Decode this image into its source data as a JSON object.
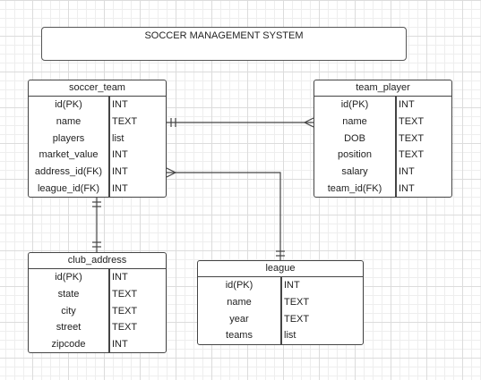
{
  "title": "SOCCER MANAGEMENT SYSTEM",
  "tables": {
    "soccer_team": {
      "name": "soccer_team",
      "rows": [
        {
          "key": "id(PK)",
          "type": "INT"
        },
        {
          "key": "name",
          "type": "TEXT"
        },
        {
          "key": "players",
          "type": "list"
        },
        {
          "key": "market_value",
          "type": "INT"
        },
        {
          "key": "address_id(FK)",
          "type": "INT"
        },
        {
          "key": "league_id(FK)",
          "type": "INT"
        }
      ]
    },
    "team_player": {
      "name": "team_player",
      "rows": [
        {
          "key": "id(PK)",
          "type": "INT"
        },
        {
          "key": "name",
          "type": "TEXT"
        },
        {
          "key": "DOB",
          "type": "TEXT"
        },
        {
          "key": "position",
          "type": "TEXT"
        },
        {
          "key": "salary",
          "type": "INT"
        },
        {
          "key": "team_id(FK)",
          "type": "INT"
        }
      ]
    },
    "club_address": {
      "name": "club_address",
      "rows": [
        {
          "key": "id(PK)",
          "type": "INT"
        },
        {
          "key": "state",
          "type": "TEXT"
        },
        {
          "key": "city",
          "type": "TEXT"
        },
        {
          "key": "street",
          "type": "TEXT"
        },
        {
          "key": "zipcode",
          "type": "INT"
        }
      ]
    },
    "league": {
      "name": "league",
      "rows": [
        {
          "key": "id(PK)",
          "type": "INT"
        },
        {
          "key": "name",
          "type": "TEXT"
        },
        {
          "key": "year",
          "type": "TEXT"
        },
        {
          "key": "teams",
          "type": "list"
        }
      ]
    }
  }
}
